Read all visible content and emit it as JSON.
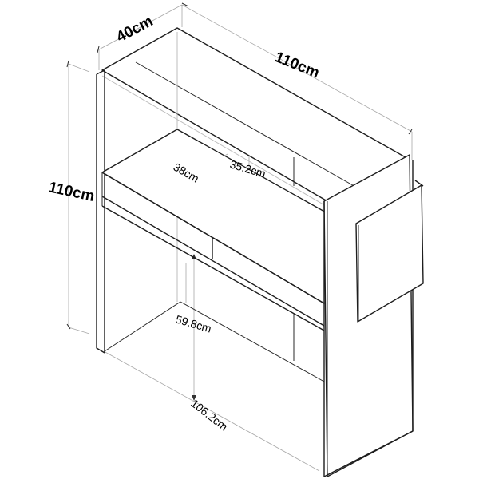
{
  "diagram": {
    "type": "furniture-dimension-drawing",
    "subject": "desk / shelving unit with side plaque",
    "colors": {
      "background": "#ffffff",
      "outline": "#1e1e1e",
      "dimension_line": "#a8a8a8",
      "text": "#000000"
    },
    "dimensions": {
      "depth": {
        "label": "40cm"
      },
      "width": {
        "label": "110cm"
      },
      "height": {
        "label": "110cm"
      },
      "inner_shelf_depth": {
        "label": "38cm"
      },
      "upper_compartment_height": {
        "label": "35.2cm"
      },
      "lower_opening_height": {
        "label": "59.8cm"
      },
      "inner_width": {
        "label": "106.2cm"
      }
    }
  }
}
